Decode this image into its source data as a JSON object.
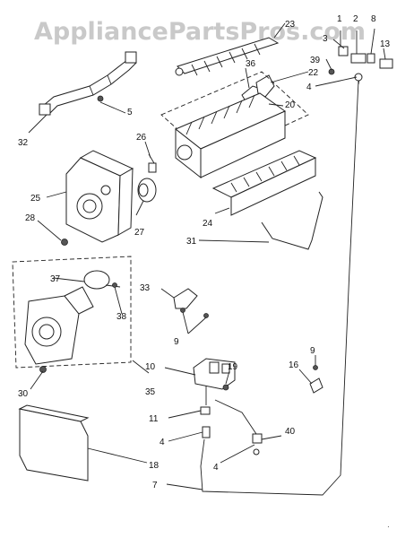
{
  "watermark": "AppliancePartsPros.com",
  "callouts": [
    {
      "id": "c1",
      "text": "1"
    },
    {
      "id": "c2",
      "text": "2"
    },
    {
      "id": "c3",
      "text": "3"
    },
    {
      "id": "c4a",
      "text": "4"
    },
    {
      "id": "c4b",
      "text": "4"
    },
    {
      "id": "c4c",
      "text": "4"
    },
    {
      "id": "c5",
      "text": "5"
    },
    {
      "id": "c7",
      "text": "7"
    },
    {
      "id": "c8",
      "text": "8"
    },
    {
      "id": "c9a",
      "text": "9"
    },
    {
      "id": "c9b",
      "text": "9"
    },
    {
      "id": "c10",
      "text": "10"
    },
    {
      "id": "c11",
      "text": "11"
    },
    {
      "id": "c13",
      "text": "13"
    },
    {
      "id": "c16",
      "text": "16"
    },
    {
      "id": "c18",
      "text": "18"
    },
    {
      "id": "c19",
      "text": "19"
    },
    {
      "id": "c20",
      "text": "20"
    },
    {
      "id": "c22",
      "text": "22"
    },
    {
      "id": "c23",
      "text": "23"
    },
    {
      "id": "c24",
      "text": "24"
    },
    {
      "id": "c25",
      "text": "25"
    },
    {
      "id": "c26",
      "text": "26"
    },
    {
      "id": "c27",
      "text": "27"
    },
    {
      "id": "c28",
      "text": "28"
    },
    {
      "id": "c30",
      "text": "30"
    },
    {
      "id": "c31",
      "text": "31"
    },
    {
      "id": "c32",
      "text": "32"
    },
    {
      "id": "c33",
      "text": "33"
    },
    {
      "id": "c35",
      "text": "35"
    },
    {
      "id": "c36",
      "text": "36"
    },
    {
      "id": "c37",
      "text": "37"
    },
    {
      "id": "c38",
      "text": "38"
    },
    {
      "id": "c39",
      "text": "39"
    },
    {
      "id": "c40",
      "text": "40"
    }
  ]
}
